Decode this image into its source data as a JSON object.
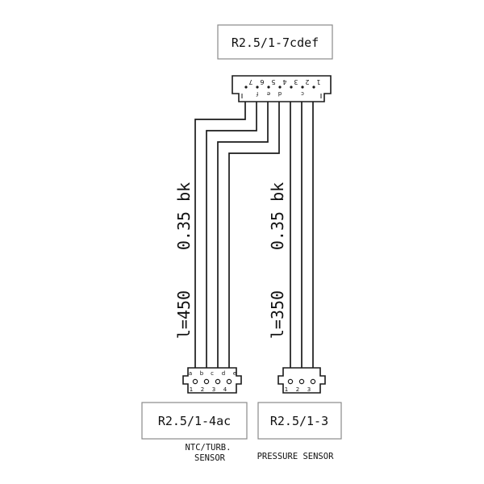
{
  "connectors": {
    "top": {
      "label": "R2.5/1-7cdef",
      "pin_numbers": [
        "7",
        "6",
        "5",
        "4",
        "3",
        "2",
        "1"
      ],
      "pin_letters": [
        "f",
        "e",
        "d",
        "c"
      ]
    },
    "left": {
      "label": "R2.5/1-4ac",
      "pin_letters": [
        "a",
        "b",
        "c",
        "d",
        "e"
      ],
      "pin_numbers": [
        "1",
        "2",
        "3",
        "4"
      ],
      "caption_line1": "NTC/TURB.",
      "caption_line2": "SENSOR"
    },
    "right": {
      "label": "R2.5/1-3",
      "pin_numbers": [
        "1",
        "2",
        "3"
      ],
      "caption": "PRESSURE SENSOR"
    }
  },
  "cables": {
    "left": {
      "spec": "0.35 bk",
      "length": "l=450"
    },
    "right": {
      "spec": "0.35 bk",
      "length": "l=350"
    }
  },
  "colors": {
    "line": "#1a1a1a",
    "box_border": "#8a8a8a",
    "background": "#ffffff"
  }
}
